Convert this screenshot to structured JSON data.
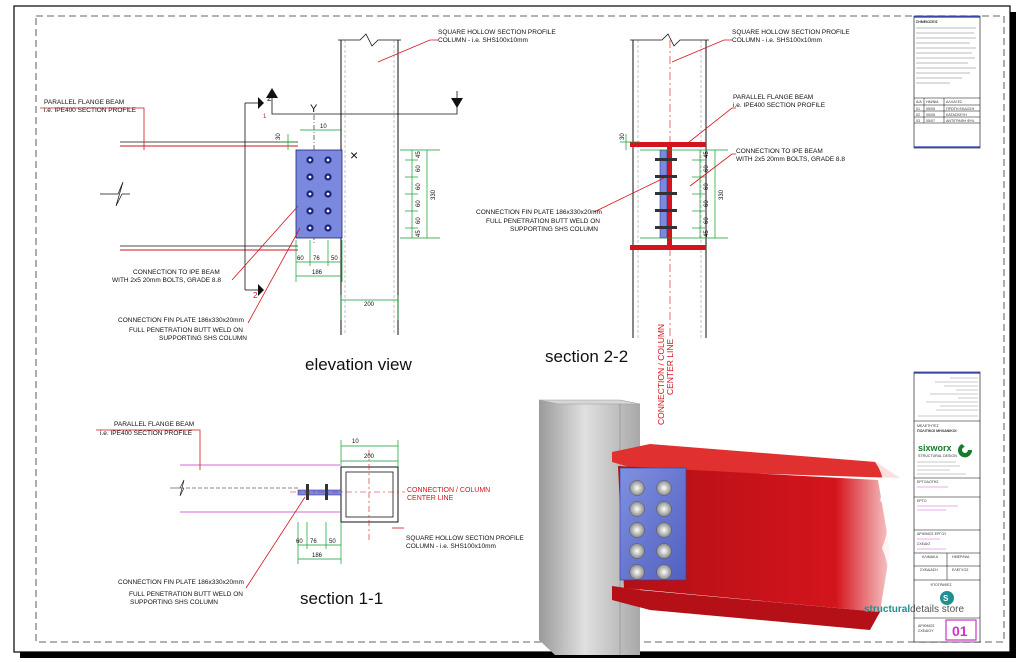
{
  "views": {
    "elevation": {
      "title": "elevation view",
      "column_label": [
        "SQUARE HOLLOW SECTION PROFILE",
        "COLUMN - i.e. SHS100x10mm"
      ],
      "beam_label": [
        "PARALLEL FLANGE BEAM",
        "i.e. IPE400 SECTION PROFILE"
      ],
      "bolts_label": [
        "CONNECTION TO IPE BEAM",
        "WITH 2x5 20mm BOLTS, GRADE 8.8"
      ],
      "plate_label": [
        "CONNECTION FIN PLATE 186x330x20mm",
        "FULL PENETRATION BUTT WELD ON",
        "SUPPORTING SHS COLUMN"
      ],
      "section_marker": "2",
      "axis_y": "Y",
      "dims": {
        "edge_top": "30",
        "gap": "10",
        "bolt_spacing": "60",
        "end": "45",
        "height": "330",
        "horiz_a": "60",
        "horiz_b": "76",
        "horiz_c": "50",
        "plate_width": "186",
        "column_width": "200"
      }
    },
    "section22": {
      "title": "section 2-2",
      "column_label": [
        "SQUARE HOLLOW SECTION PROFILE",
        "COLUMN - i.e. SHS100x10mm"
      ],
      "beam_label": [
        "PARALLEL FLANGE BEAM",
        "i.e. IPE400 SECTION PROFILE"
      ],
      "bolts_label": [
        "CONNECTION TO IPE BEAM",
        "WITH 2x5 20mm BOLTS, GRADE 8.8"
      ],
      "plate_label": [
        "CONNECTION FIN PLATE 186x330x20mm",
        "FULL PENETRATION BUTT WELD ON",
        "SUPPORTING SHS COLUMN"
      ],
      "center_line": [
        "CONNECTION / COLUMN",
        "CENTER LINE"
      ],
      "dims": {
        "edge_top": "30",
        "bolt_spacing": "60",
        "end": "45",
        "height": "330"
      }
    },
    "section11": {
      "title": "section 1-1",
      "beam_label": [
        "PARALLEL FLANGE BEAM",
        "i.e. IPE400 SECTION PROFILE"
      ],
      "center_line": [
        "CONNECTION / COLUMN",
        "CENTER LINE"
      ],
      "column_label": [
        "SQUARE HOLLOW SECTION PROFILE",
        "COLUMN - i.e. SHS100x10mm"
      ],
      "plate_label": [
        "CONNECTION FIN PLATE 186x330x20mm",
        "FULL PENETRATION BUTT WELD ON",
        "SUPPORTING SHS COLUMN"
      ],
      "dims": {
        "gap": "10",
        "column_width": "200",
        "horiz_a": "60",
        "horiz_b": "76",
        "horiz_c": "50",
        "plate_width": "186"
      }
    }
  },
  "title_block": {
    "notes_header": "ΣΗΜΕΙΩΣΕΙΣ",
    "revisions_header": [
      "Α/Α",
      "ΗΜ/ΝΙΑ",
      "ΑΛΛΑΓΕΣ"
    ],
    "revisions": [
      [
        "01",
        "05/05",
        "ΠΡΩΤΗ ΕΚΔΟΣΗ"
      ],
      [
        "02",
        "05/05",
        "ΚΑΤΑΣΚΕΥΗ"
      ],
      [
        "03",
        "05/07",
        "ΑΝΤΙΓΡΑΦΗ ΦΥΛ."
      ]
    ],
    "company_heading": "ΜΕΛΕΤΗΤΕΣ",
    "company_role": "ΠΟΛΙΤΙΚΟΙ ΜΗΧΑΝΙΚΟΙ",
    "logo_text": "sixworx",
    "logo_sub": "STRUCTURAL DESIGN",
    "labels": [
      "ΕΡΓΟΔΟΤΗΣ",
      "ΕΡΓΟ",
      "ΑΡΙΘΜΟΣ ΕΡΓΟΥ",
      "ΣΧΕΔΙΟ",
      "ΚΛΙΜΑΚΑ",
      "ΗΜΕΡ/ΝΙΑ",
      "ΣΧΕΔΙΑΣΗ",
      "ΕΛΕΓΧΟΣ",
      "ΥΠΟΓΡΑΦΕΣ"
    ],
    "store_brand_a": "structural",
    "store_brand_b": "details store",
    "sheet_label": [
      "ΑΡΙΘΜΟΣ",
      "ΣΧΕΔΙΟΥ"
    ],
    "sheet_number": "01"
  },
  "colors": {
    "beam": "#d4141c",
    "plate": "#6a7ad6",
    "dim_green": "#0b9e2f",
    "column_grey": "#bdbdbd",
    "magenta": "#cc33cc",
    "text": "#111111"
  }
}
